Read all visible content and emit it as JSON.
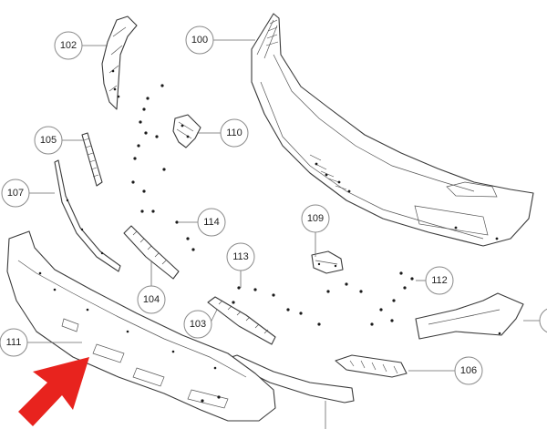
{
  "callouts": [
    {
      "id": "c100",
      "label": "100"
    },
    {
      "id": "c102",
      "label": "102"
    },
    {
      "id": "c103",
      "label": "103"
    },
    {
      "id": "c104",
      "label": "104"
    },
    {
      "id": "c105",
      "label": "105"
    },
    {
      "id": "c106",
      "label": "106"
    },
    {
      "id": "c107",
      "label": "107"
    },
    {
      "id": "c109",
      "label": "109"
    },
    {
      "id": "c110",
      "label": "110"
    },
    {
      "id": "c111",
      "label": "111"
    },
    {
      "id": "c112",
      "label": "112"
    },
    {
      "id": "c113",
      "label": "113"
    },
    {
      "id": "c114",
      "label": "114"
    }
  ],
  "colors": {
    "line": "#3a3a3a",
    "callout_border": "#8a8a8a",
    "highlight_arrow": "#e8231e",
    "background": "#ffffff"
  },
  "highlight": {
    "points_to": "111"
  }
}
